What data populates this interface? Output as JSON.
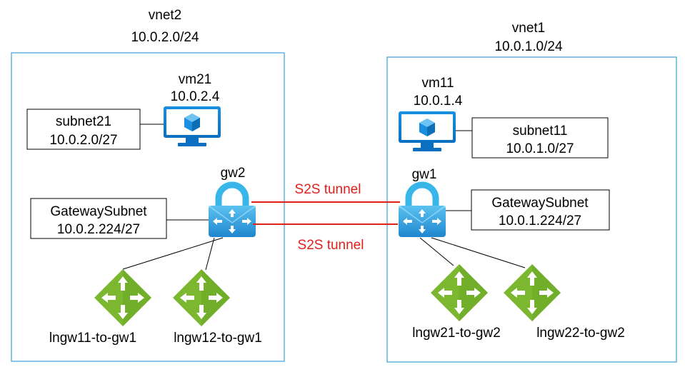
{
  "vnet2": {
    "name": "vnet2",
    "cidr": "10.0.2.0/24",
    "vm": {
      "name": "vm21",
      "ip": "10.0.2.4"
    },
    "subnet": {
      "name": "subnet21",
      "cidr": "10.0.2.0/27"
    },
    "gateway": {
      "name": "gw2"
    },
    "gateway_subnet": {
      "name": "GatewaySubnet",
      "cidr": "10.0.2.224/27"
    },
    "local_gateways": [
      "lngw11-to-gw1",
      "lngw12-to-gw1"
    ]
  },
  "vnet1": {
    "name": "vnet1",
    "cidr": "10.0.1.0/24",
    "vm": {
      "name": "vm11",
      "ip": "10.0.1.4"
    },
    "subnet": {
      "name": "subnet11",
      "cidr": "10.0.1.0/27"
    },
    "gateway": {
      "name": "gw1"
    },
    "gateway_subnet": {
      "name": "GatewaySubnet",
      "cidr": "10.0.1.224/27"
    },
    "local_gateways": [
      "lngw21-to-gw2",
      "lngw22-to-gw2"
    ]
  },
  "tunnels": [
    {
      "label": "S2S tunnel"
    },
    {
      "label": "S2S tunnel"
    }
  ],
  "colors": {
    "vnet_border": "#3aa0d8",
    "tunnel": "#e0201b",
    "vm_blue": "#0a7fd4",
    "gateway_blue": "#1e8fd4",
    "local_gateway_green": "#7cb82f"
  },
  "icons": {
    "vm": "monitor-cube-icon",
    "gateway": "vpn-gateway-lock-icon",
    "local_gateway": "local-network-gateway-icon"
  }
}
